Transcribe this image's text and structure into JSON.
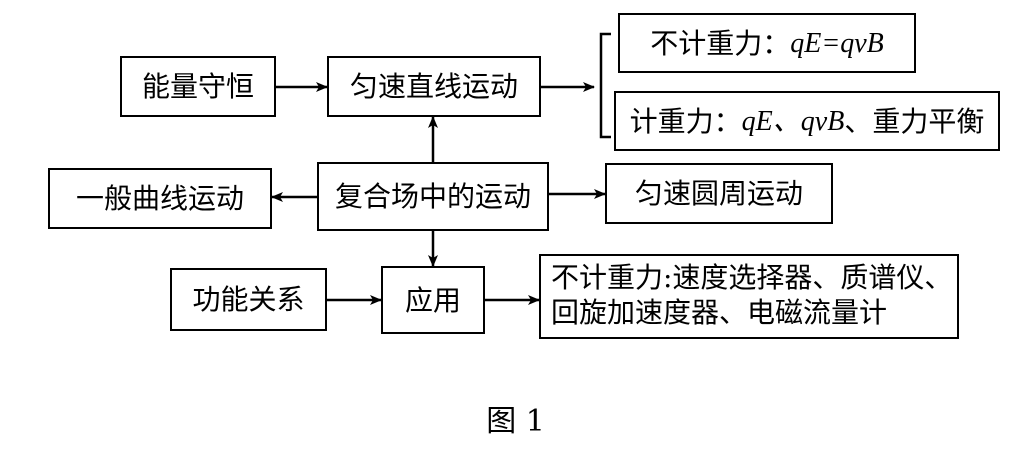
{
  "nodes": {
    "energy": "能量守恒",
    "uniform_linear": "匀速直线运动",
    "no_gravity_prefix": "不计重力：",
    "no_gravity_formula": "qE=qvB",
    "gravity_prefix": "计重力：",
    "gravity_formula": "qE、qvB",
    "gravity_suffix": "、重力平衡",
    "general_curve": "一般曲线运动",
    "composite": "复合场中的运动",
    "uniform_circular": "匀速圆周运动",
    "work_energy": "功能关系",
    "application": "应用",
    "app_line1": "不计重力:速度选择器、质谱仪、",
    "app_line2": "回旋加速度器、电磁流量计"
  },
  "caption": "图 1"
}
